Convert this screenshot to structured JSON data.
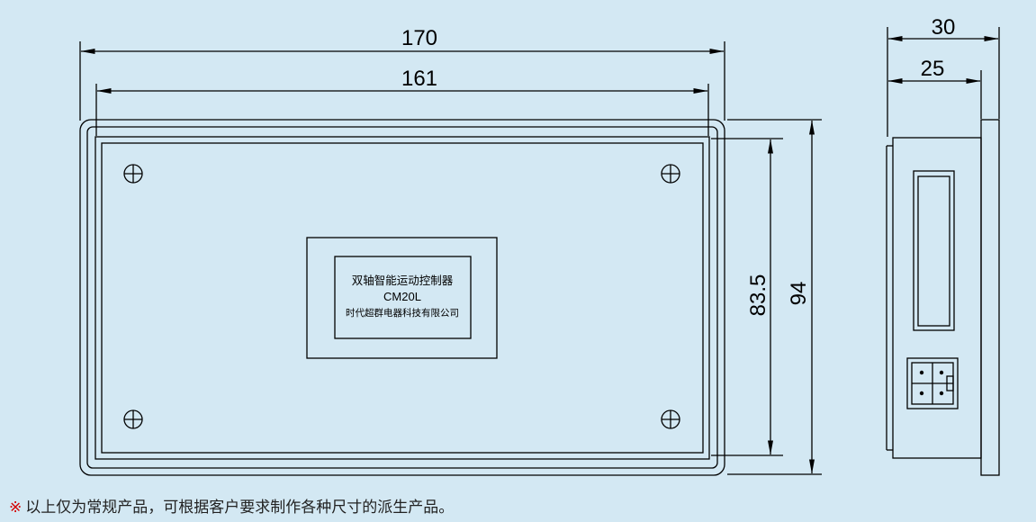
{
  "dimensions": {
    "overall_width": "170",
    "inner_width": "161",
    "inner_height": "83.5",
    "overall_height": "94",
    "side_depth_total": "30",
    "side_depth_body": "25"
  },
  "label_plate": {
    "product_name": "双轴智能运动控制器",
    "model": "CM20L",
    "company": "时代超群电器科技有限公司"
  },
  "footnote": {
    "symbol": "※",
    "text": "以上仅为常规产品，可根据客户要求制作各种尺寸的派生产品。"
  },
  "colors": {
    "background": "#d3e8f3",
    "line": "#000000",
    "footnote_symbol": "#d40000"
  }
}
